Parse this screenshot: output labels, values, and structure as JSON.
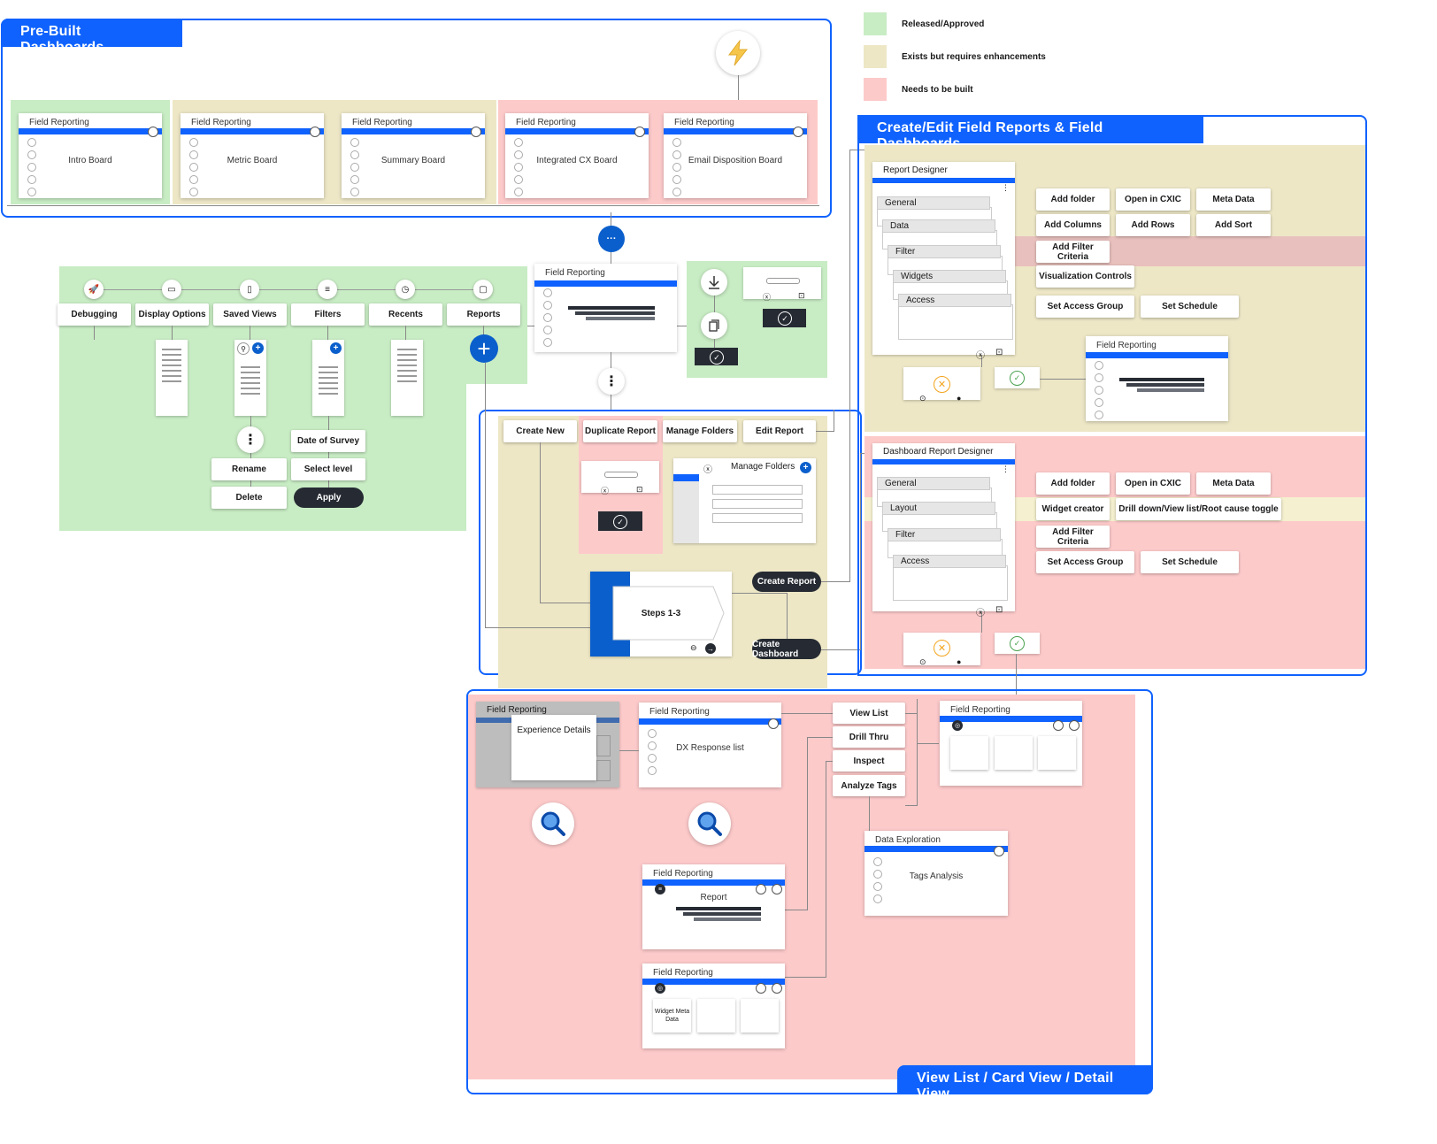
{
  "legend": [
    {
      "label": "Released/Approved",
      "color": "#c8ecc4"
    },
    {
      "label": "Exists but requires enhancements",
      "color": "#ede7c6"
    },
    {
      "label": "Needs to be built",
      "color": "#fdcaca"
    }
  ],
  "prebuilt": {
    "title": "Pre-Built Dashboards",
    "cards": [
      {
        "title": "Field Reporting",
        "label": "Intro Board"
      },
      {
        "title": "Field Reporting",
        "label": "Metric Board"
      },
      {
        "title": "Field Reporting",
        "label": "Summary Board"
      },
      {
        "title": "Field Reporting",
        "label": "Integrated CX Board"
      },
      {
        "title": "Field Reporting",
        "label": "Email Disposition Board"
      }
    ]
  },
  "menu": {
    "items": [
      "Debugging",
      "Display Options",
      "Saved Views",
      "Filters",
      "Recents",
      "Reports"
    ],
    "icons": [
      "rocket-icon",
      "display-icon",
      "bookmark-icon",
      "sliders-icon",
      "history-icon",
      "folder-icon"
    ],
    "saved_views": {
      "rename": "Rename",
      "delete": "Delete"
    },
    "filters": {
      "date": "Date of Survey",
      "level": "Select level",
      "apply": "Apply"
    }
  },
  "report_card": {
    "title": "Field Reporting"
  },
  "actions": {
    "create_new": "Create New",
    "duplicate": "Duplicate Report",
    "manage_folders": "Manage Folders",
    "edit_report": "Edit Report",
    "manage_folders_panel": "Manage Folders",
    "steps": "Steps 1-3",
    "create_report": "Create Report",
    "create_dashboard": "Create Dashboard"
  },
  "create_edit": {
    "title": "Create/Edit Field Reports & Field Dashboards",
    "report_designer": {
      "title": "Report Designer",
      "tabs": [
        "General",
        "Data",
        "Filter",
        "Widgets",
        "Access"
      ],
      "buttons_row1": [
        "Add folder",
        "Open in CXIC",
        "Meta Data"
      ],
      "buttons_row2": [
        "Add Columns",
        "Add Rows",
        "Add Sort"
      ],
      "filter_btn": "Add Filter Criteria",
      "viz_btn": "Visualization Controls",
      "access_btns": [
        "Set Access Group",
        "Set Schedule"
      ],
      "preview_title": "Field Reporting"
    },
    "dashboard_designer": {
      "title": "Dashboard Report Designer",
      "tabs": [
        "General",
        "Layout",
        "Filter",
        "Access"
      ],
      "buttons_row1": [
        "Add folder",
        "Open in CXIC",
        "Meta Data"
      ],
      "layout_btns": [
        "Widget creator",
        "Drill down/View list/Root cause toggle"
      ],
      "filter_btn": "Add Filter Criteria",
      "access_btns": [
        "Set Access Group",
        "Set Schedule"
      ]
    }
  },
  "views": {
    "title": "View List / Card View / Detail View",
    "experience": {
      "title": "Field Reporting",
      "label": "Experience Details"
    },
    "dx": {
      "title": "Field Reporting",
      "label": "DX Response list"
    },
    "menu": [
      "View List",
      "Drill Thru",
      "Inspect",
      "Analyze Tags"
    ],
    "cards_view": {
      "title": "Field Reporting"
    },
    "data_exploration": {
      "title": "Data Exploration",
      "label": "Tags Analysis"
    },
    "report": {
      "title": "Field Reporting",
      "label": "Report"
    },
    "widget": {
      "title": "Field Reporting",
      "label": "Widget Meta Data"
    }
  }
}
